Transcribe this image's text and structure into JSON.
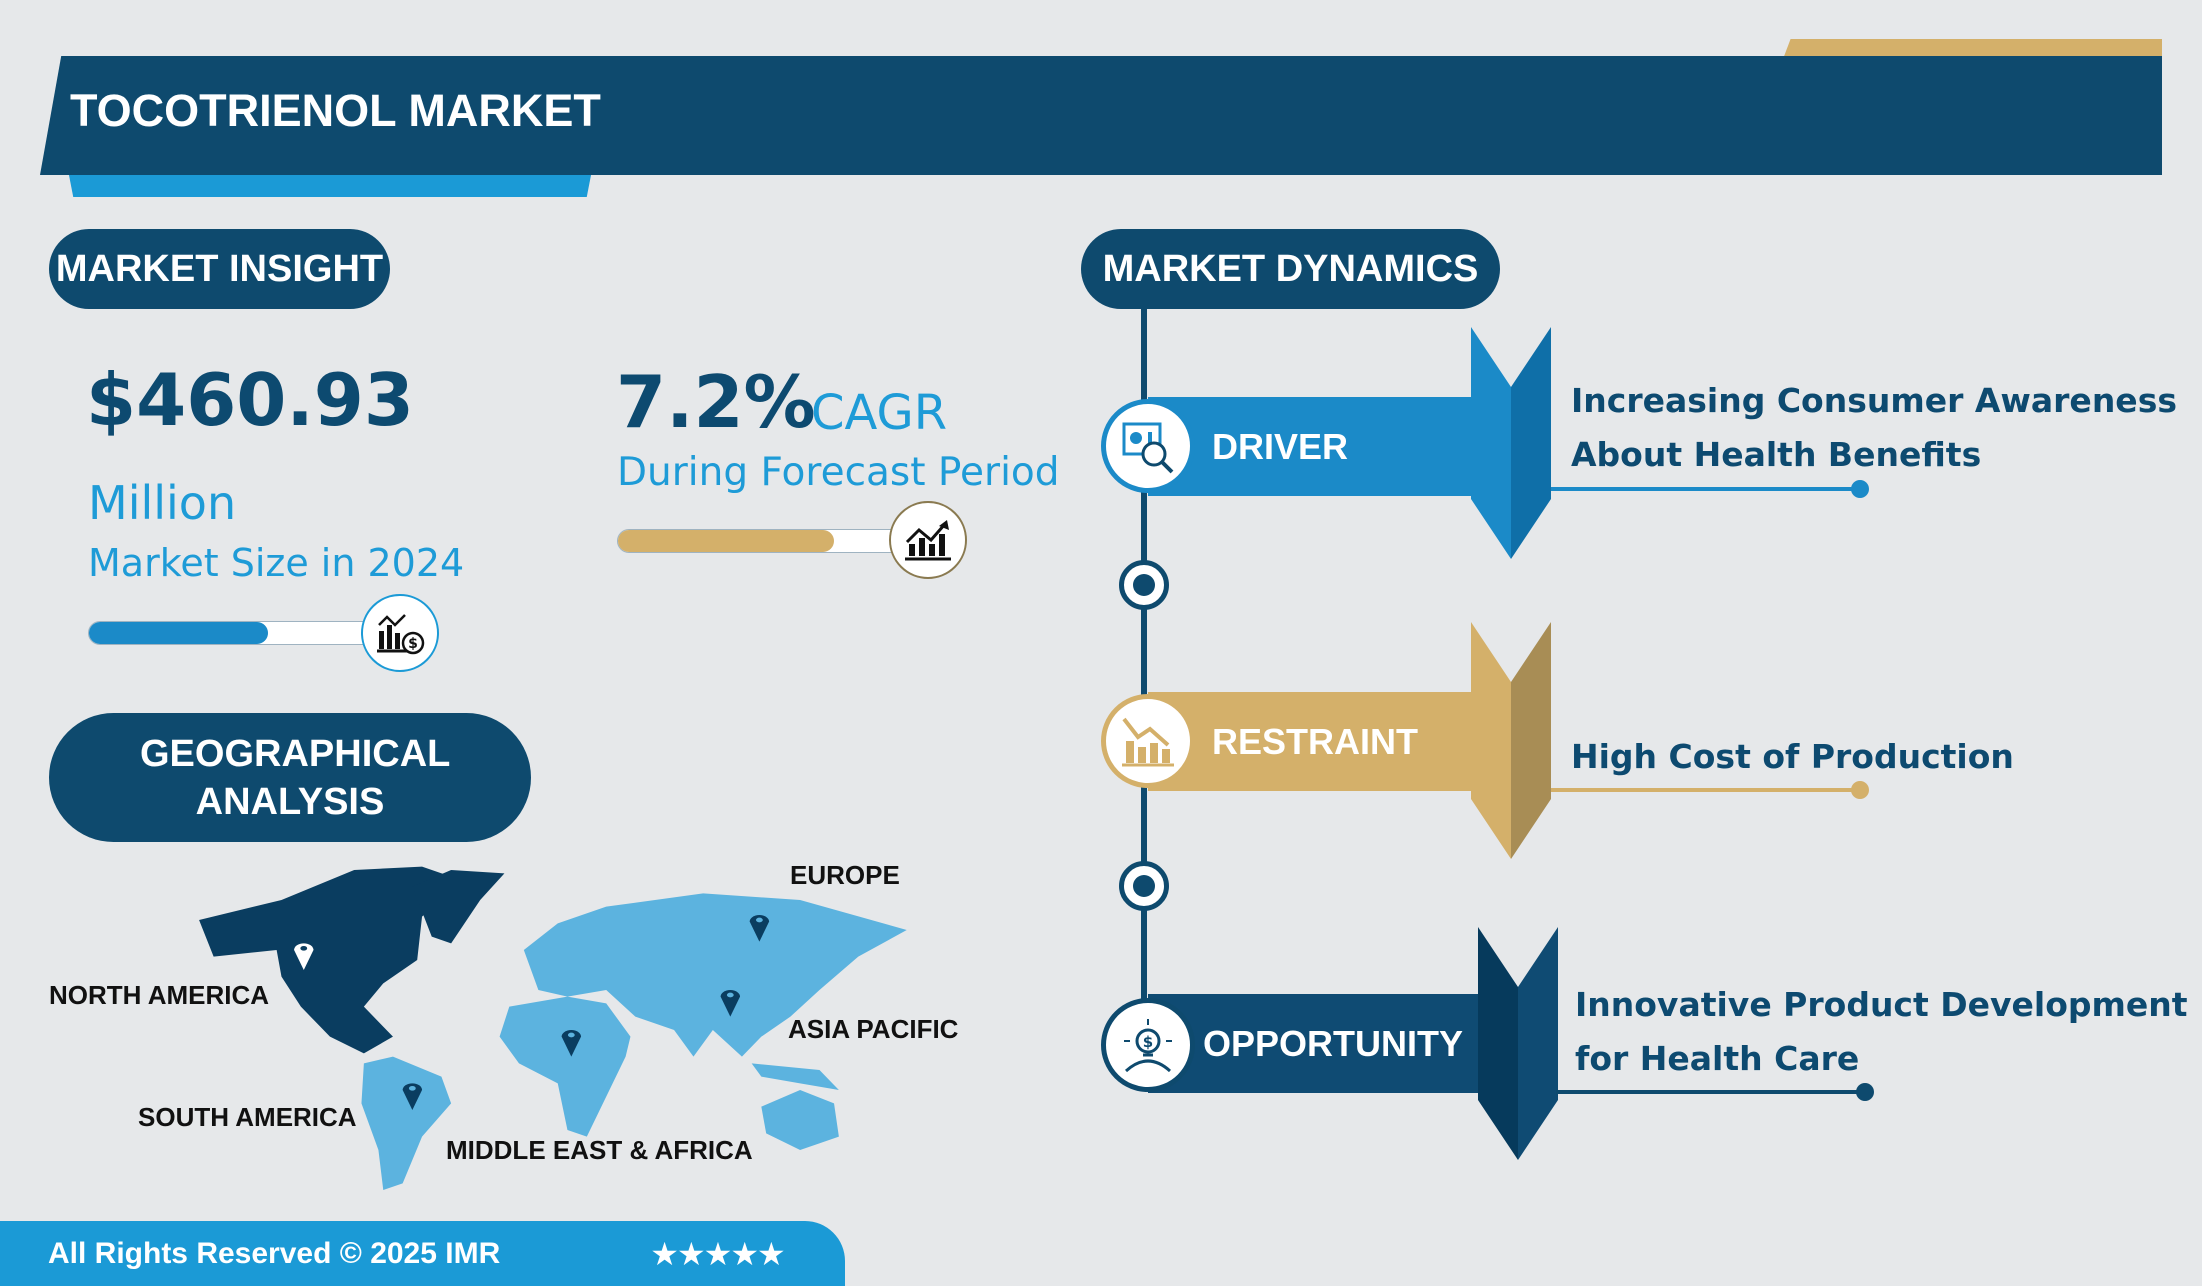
{
  "header": {
    "title": "TOCOTRIENOL MARKET"
  },
  "insight": {
    "label": "MARKET INSIGHT",
    "market_size": "$460.93",
    "unit": "Million",
    "size_caption": "Market Size in 2024",
    "size_bar_fill_pct": 60,
    "cagr": "7.2%",
    "cagr_label": "CAGR",
    "cagr_caption": "During Forecast Period",
    "cagr_bar_fill_pct": 75
  },
  "geo": {
    "label": "GEOGRAPHICAL ANALYSIS",
    "regions": [
      "EUROPE",
      "NORTH AMERICA",
      "ASIA PACIFIC",
      "SOUTH AMERICA",
      "MIDDLE EAST & AFRICA"
    ]
  },
  "dynamics": {
    "label": "MARKET DYNAMICS",
    "items": [
      {
        "label": "DRIVER",
        "line1": "Increasing Consumer Awareness",
        "line2": "About Health Benefits",
        "color": "#1b8ac8"
      },
      {
        "label": "RESTRAINT",
        "line1": "High Cost of Production",
        "line2": "",
        "color": "#d4b06a"
      },
      {
        "label": "OPPORTUNITY",
        "line1": "Innovative Product Development",
        "line2": "for Health Care",
        "color": "#0e4a6e"
      }
    ]
  },
  "footer": {
    "text": "All Rights Reserved © 2025 IMR",
    "stars": "★★★★★",
    "rating": 5
  },
  "colors": {
    "navy": "#0e4a6e",
    "blue": "#1b9ad6",
    "gold": "#d4b06a",
    "background": "#e6e8ea"
  }
}
